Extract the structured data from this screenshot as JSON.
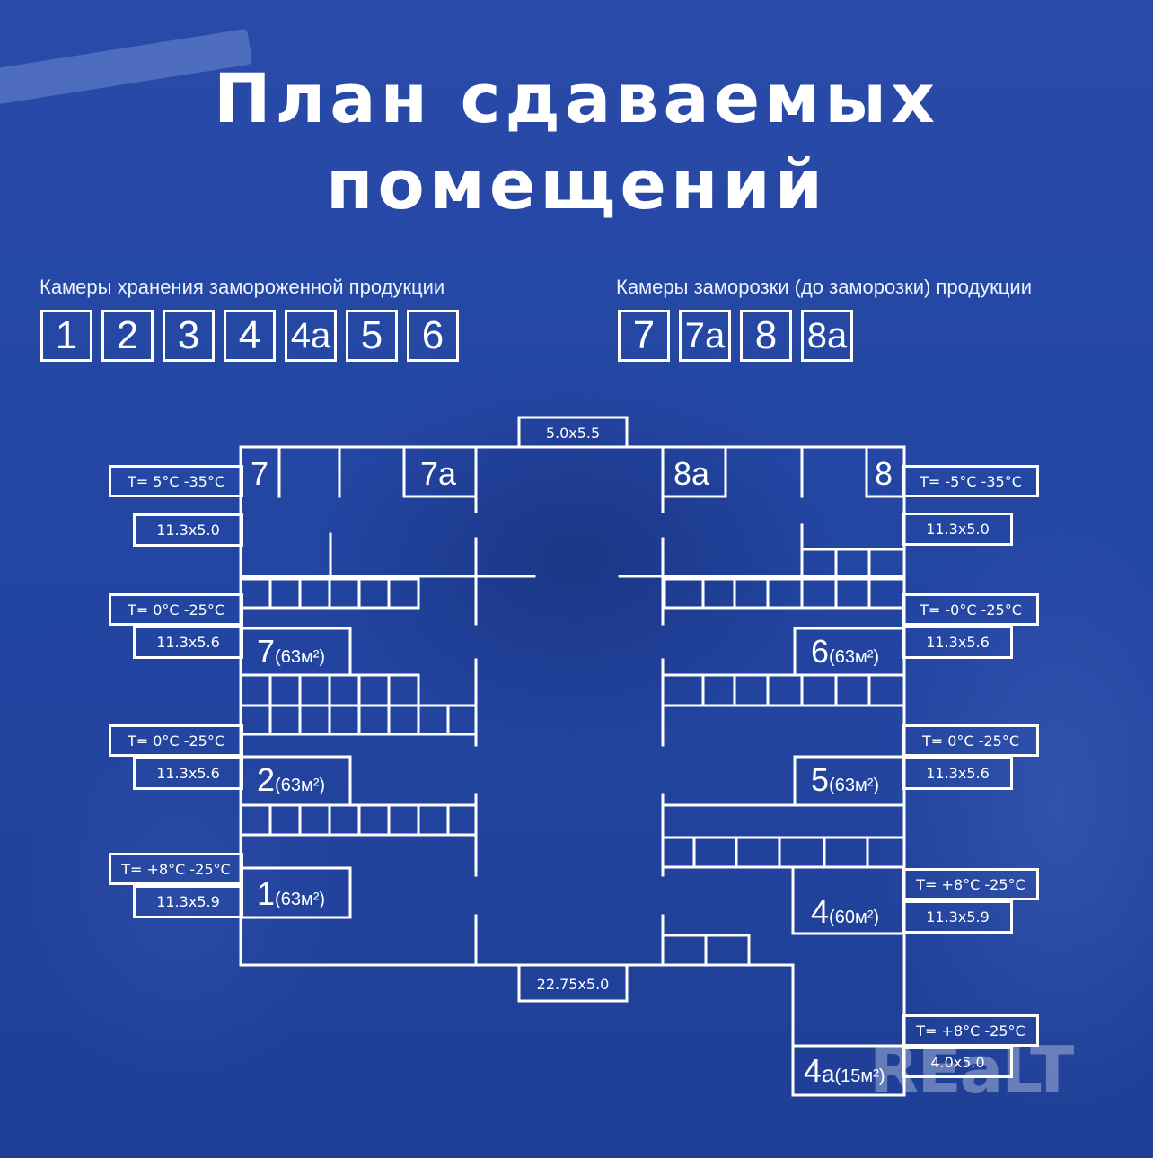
{
  "title": {
    "line1": "План сдаваемых",
    "line2": "помещений"
  },
  "legend": {
    "frozen_caption": "Камеры хранения замороженной продукции",
    "frozen_items": [
      "1",
      "2",
      "3",
      "4",
      "4а",
      "5",
      "6"
    ],
    "freezing_caption": "Камеры заморозки (до заморозки) продукции",
    "freezing_items": [
      "7",
      "7а",
      "8",
      "8а"
    ]
  },
  "rooms": {
    "r7": "7",
    "r7a": "7а",
    "r8a": "8а",
    "r8": "8",
    "big7": "7",
    "big7_area": "(63м²)",
    "r2": "2",
    "r2_area": "(63м²)",
    "r1": "1",
    "r1_area": "(63м²)",
    "r6": "6",
    "r6_area": "(63м²)",
    "r5": "5",
    "r5_area": "(63м²)",
    "r4": "4",
    "r4_area": "(60м²)",
    "r4a": "4",
    "r4a_sfx": "а",
    "r4a_area": "(15м²)"
  },
  "labels": {
    "top_corridor": "5.0x5.5",
    "bottom_corridor": "22.75x5.0",
    "l_temp1": "T= 5°C -35°C",
    "l_size1": "11.3x5.0",
    "l_temp2": "T= 0°C -25°C",
    "l_size2": "11.3x5.6",
    "l_temp3": "T= 0°C -25°C",
    "l_size3": "11.3x5.6",
    "l_temp4": "T= +8°C -25°C",
    "l_size4": "11.3x5.9",
    "r_temp1": "T= -5°C -35°C",
    "r_size1": "11.3x5.0",
    "r_temp2": "T= -0°C -25°C",
    "r_size2": "11.3x5.6",
    "r_temp3": "T= 0°C -25°C",
    "r_size3": "11.3x5.6",
    "r_temp4": "T= +8°C -25°C",
    "r_size4": "11.3x5.9",
    "r_temp5": "T= +8°C -25°C",
    "r_size5": "4.0x5.0"
  },
  "watermark": "REaLT"
}
